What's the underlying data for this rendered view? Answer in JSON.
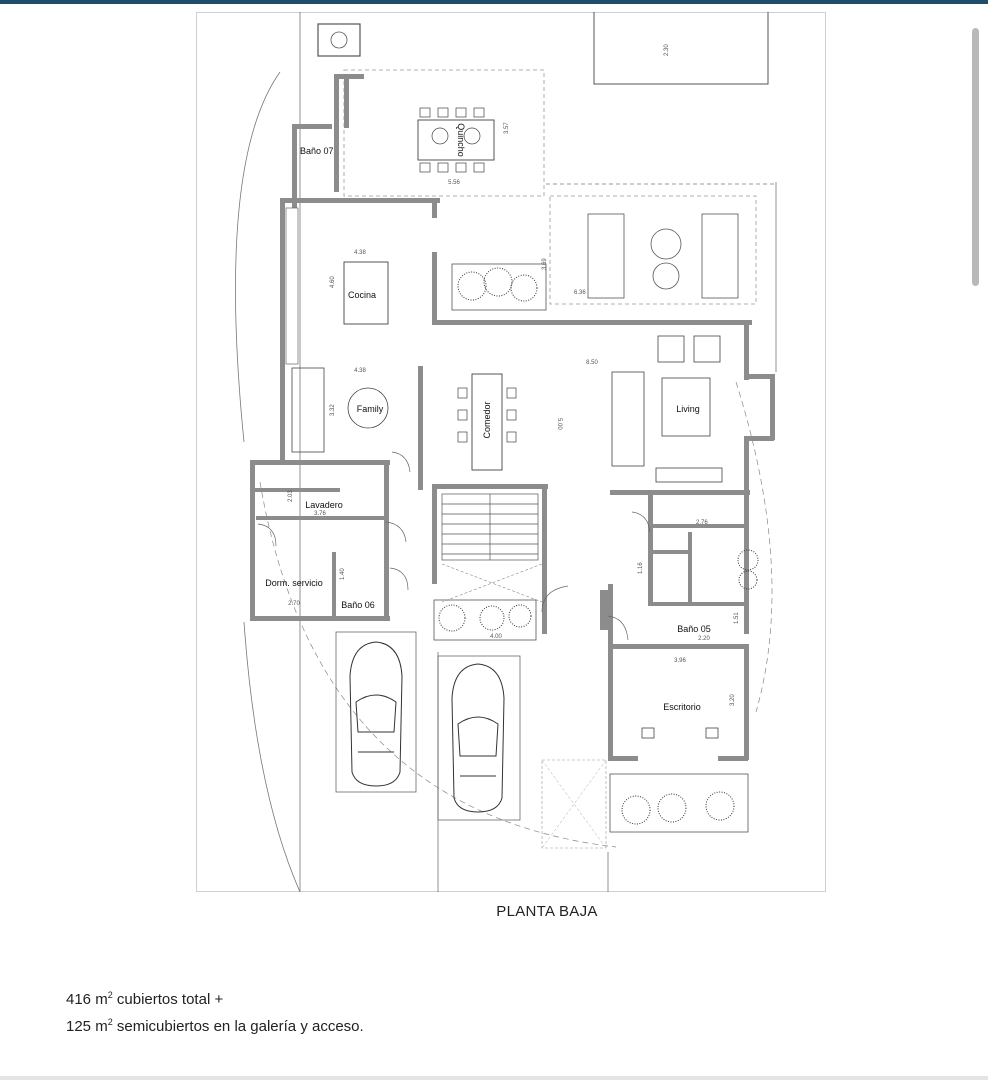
{
  "plan": {
    "rooms": {
      "quincho": "Quincho",
      "bano07": "Baño 07",
      "cocina": "Cocina",
      "family": "Family",
      "comedor": "Comedor",
      "living": "Living",
      "lavadero": "Lavadero",
      "dorm_servicio": "Dorm. servicio",
      "bano06": "Baño 06",
      "bano05": "Baño 05",
      "escritorio": "Escritorio"
    },
    "dimensions": {
      "quincho_w": "5.56",
      "quincho_h": "3.57",
      "top_right": "2.30",
      "cocina_w": "4.38",
      "cocina_h": "4.60",
      "patio_h": "3.69",
      "pool_w": "6.36",
      "family_w": "4.38",
      "family_h": "3.32",
      "living_w": "8.50",
      "comedor_h": "5.00",
      "lavadero_w": "3.76",
      "lavadero_h": "2.03",
      "dorm_w": "2.70",
      "bano06_w": "1.40",
      "right_small": "2.76",
      "bano05_h": "1.51",
      "bano05_w": "2.20",
      "escritorio_w": "3.96",
      "escritorio_h": "3.20",
      "stairs_h": "1.16",
      "planter": "4.00"
    }
  },
  "caption": "PLANTA BAJA",
  "area": {
    "line1_number": "416 m",
    "line1_sup": "2",
    "line1_rest": " cubiertos total +",
    "line2_number": "125 m",
    "line2_sup": "2",
    "line2_rest": " semicubiertos en la galería y acceso."
  },
  "colors": {
    "wall": "#8c8c8c",
    "line": "#444444",
    "accent_bar": "#1f4e6b"
  }
}
